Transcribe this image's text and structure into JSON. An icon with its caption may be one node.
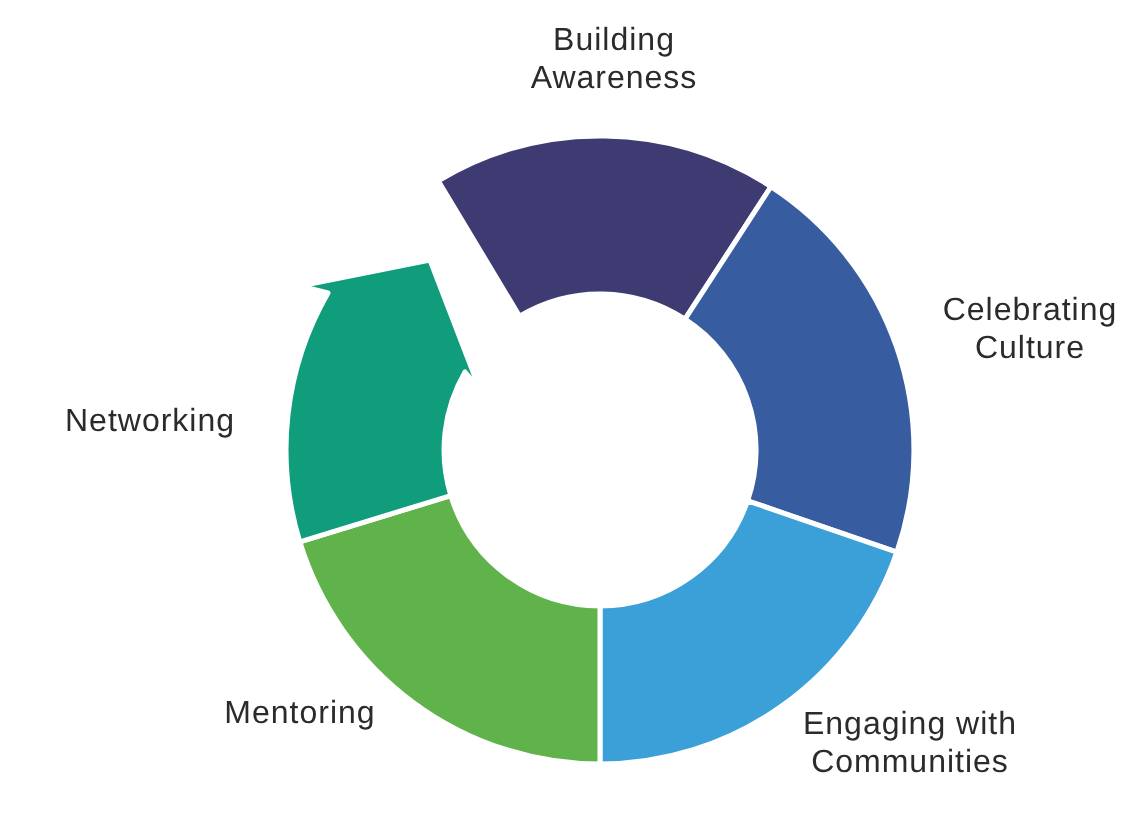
{
  "diagram": {
    "nodes": [
      {
        "text": [
          "Building Awareness"
        ]
      },
      {
        "text": [
          "Celebrating Culture"
        ]
      },
      {
        "text": [
          "Engaging with Communities"
        ]
      },
      {
        "text": [
          "Mentoring"
        ]
      },
      {
        "text": [
          "Networking"
        ]
      }
    ]
  }
}
